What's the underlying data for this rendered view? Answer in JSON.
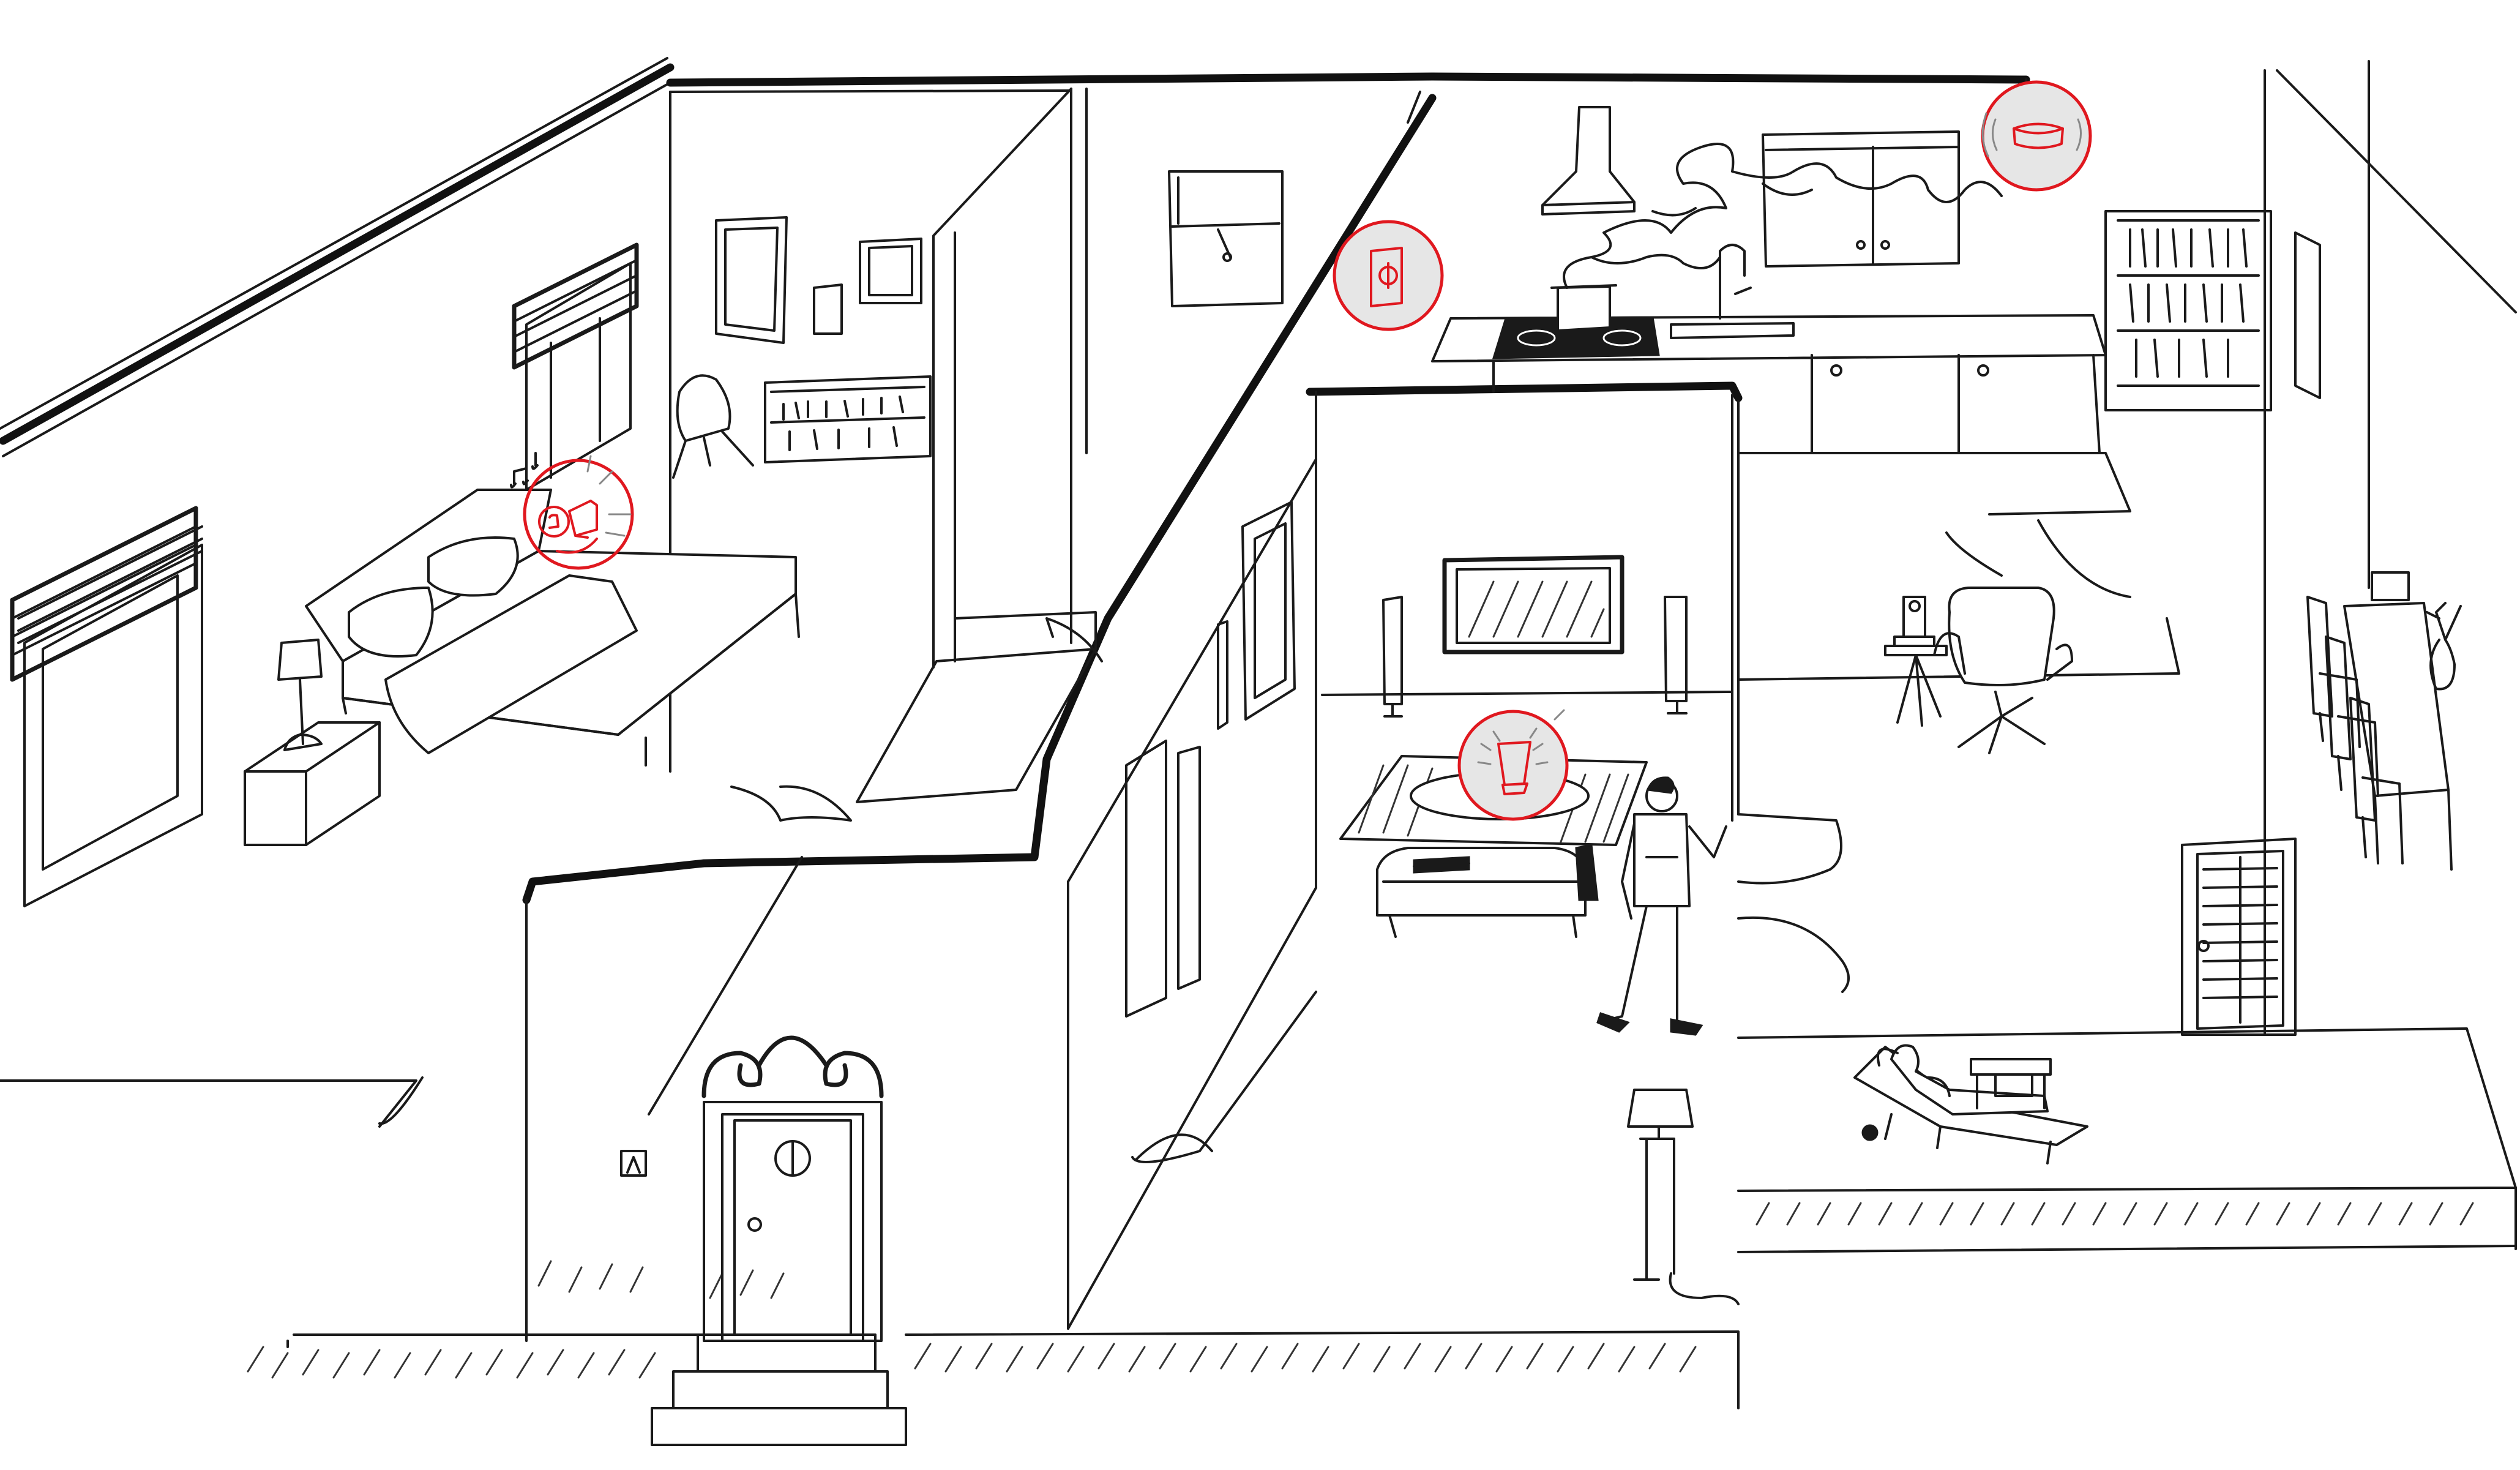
{
  "scene": {
    "style": "black line sketch of a house interior, isometric cutaway",
    "accent_color": "#e0181f",
    "highlight_fill": "#e6e6e6",
    "rooms": [
      "bedroom",
      "hallway",
      "kitchen",
      "living-room",
      "dining-area",
      "terrace"
    ],
    "highlighted_devices": [
      {
        "name": "bedroom-speaker",
        "icon": "speaker-icon",
        "room": "bedroom"
      },
      {
        "name": "wall-thermostat",
        "icon": "thermostat-icon",
        "room": "hallway"
      },
      {
        "name": "ceiling-smoke-detector",
        "icon": "smoke-detector-icon",
        "room": "kitchen"
      },
      {
        "name": "table-lamp-device",
        "icon": "smart-light-icon",
        "room": "living-room"
      }
    ]
  }
}
